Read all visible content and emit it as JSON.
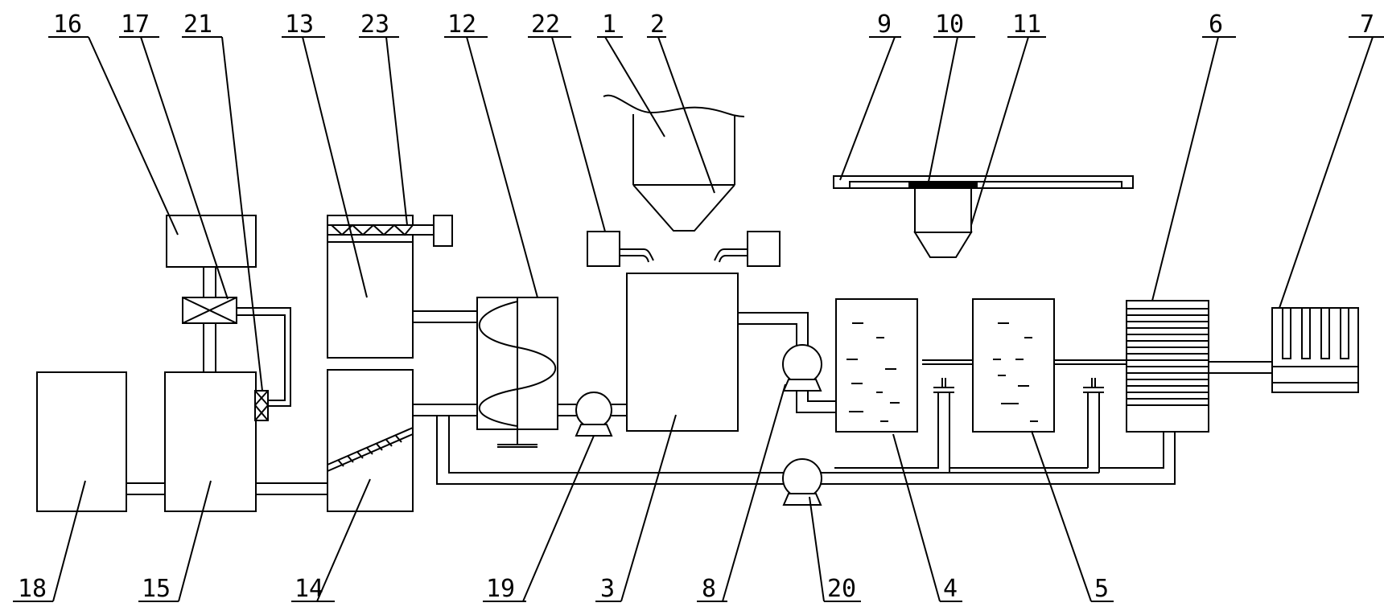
{
  "labels": {
    "l16": "16",
    "l17": "17",
    "l21": "21",
    "l13": "13",
    "l23": "23",
    "l12": "12",
    "l22": "22",
    "l1": "1",
    "l2": "2",
    "l9": "9",
    "l10": "10",
    "l11": "11",
    "l6": "6",
    "l7": "7",
    "l18": "18",
    "l15": "15",
    "l14": "14",
    "l19": "19",
    "l3": "3",
    "l8": "8",
    "l20": "20",
    "l4": "4",
    "l5": "5"
  }
}
